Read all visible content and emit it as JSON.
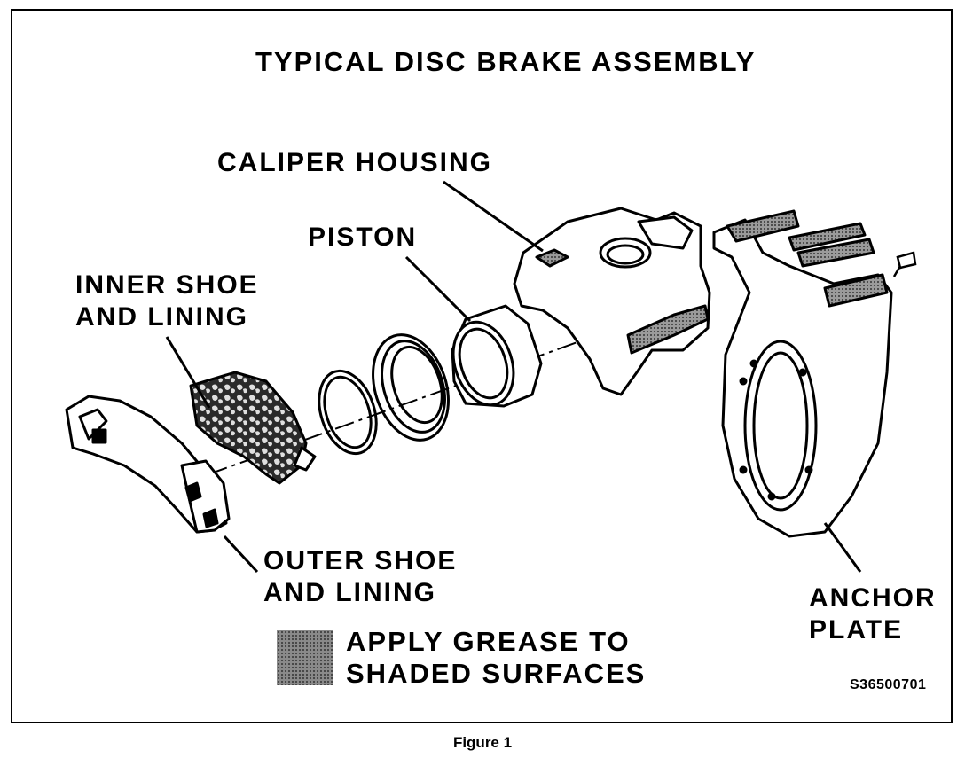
{
  "title": "TYPICAL DISC BRAKE ASSEMBLY",
  "labels": {
    "caliper_housing": "CALIPER HOUSING",
    "piston": "PISTON",
    "inner_shoe_line1": "INNER SHOE",
    "inner_shoe_line2": "AND LINING",
    "outer_shoe_line1": "OUTER SHOE",
    "outer_shoe_line2": "AND LINING",
    "anchor_plate_line1": "ANCHOR",
    "anchor_plate_line2": "PLATE"
  },
  "legend": {
    "line1": "APPLY GREASE TO",
    "line2": "SHADED SURFACES"
  },
  "code": "S36500701",
  "caption": "Figure 1"
}
